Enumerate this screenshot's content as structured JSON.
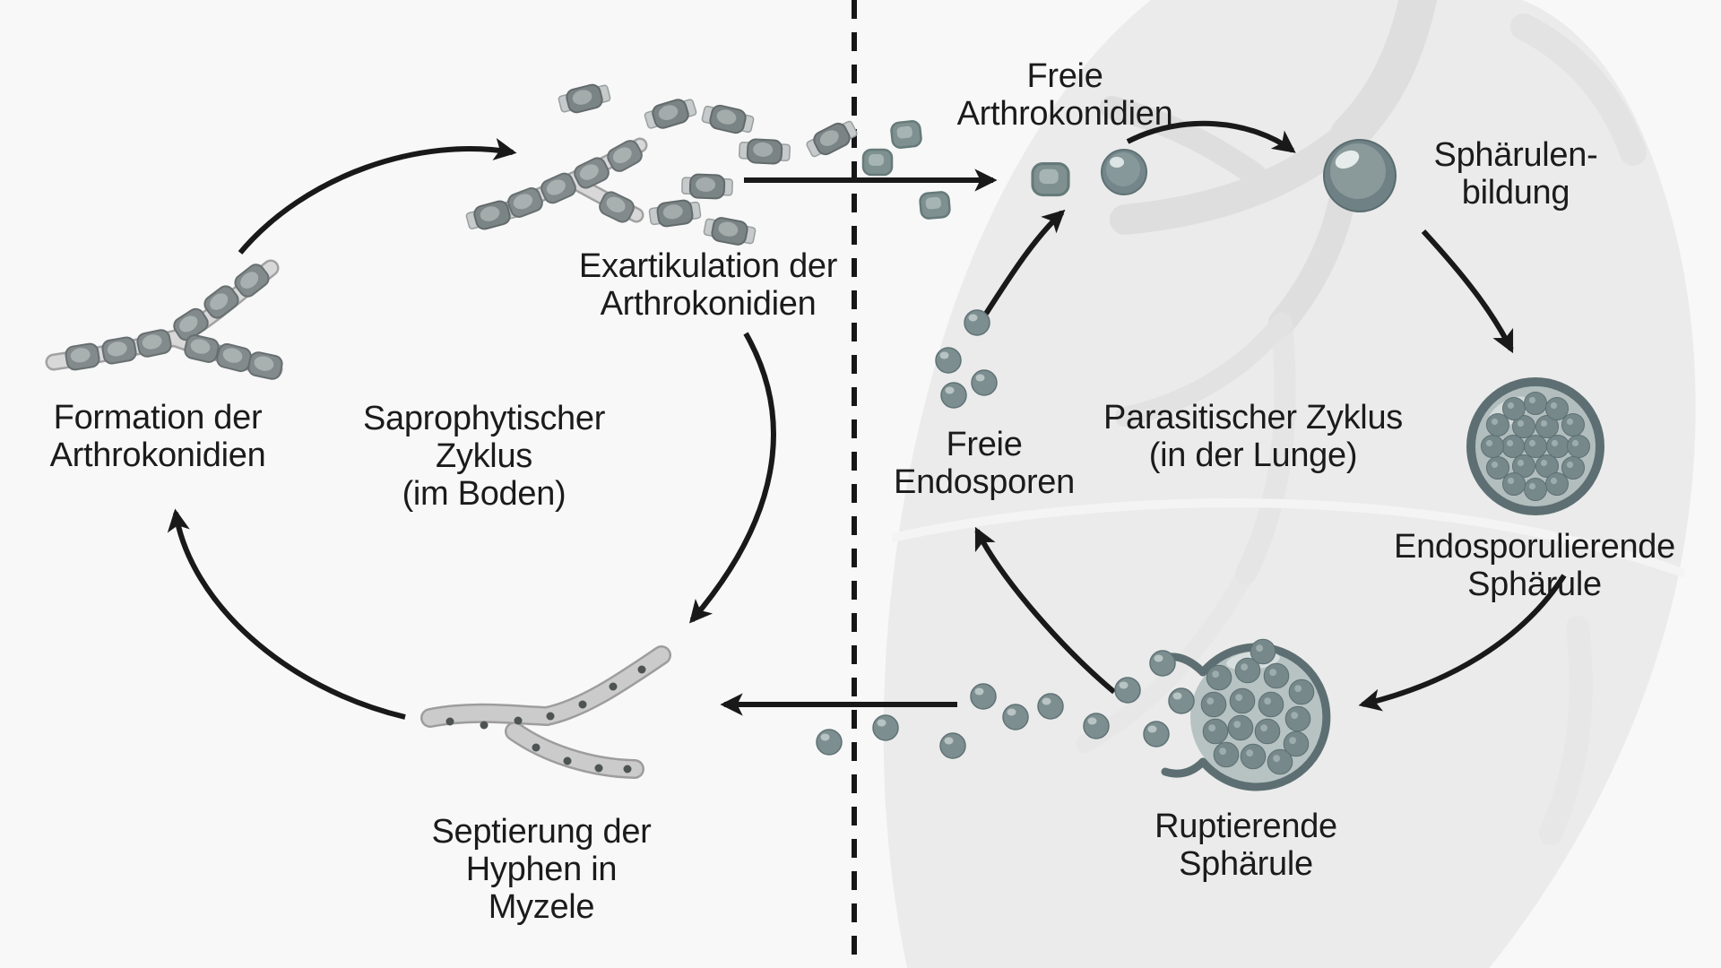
{
  "cycles": {
    "saprophytic_label": "Saprophytischer\nZyklus\n(im Boden)",
    "parasitic_label": "Parasitischer Zyklus\n(in der Lunge)"
  },
  "stages": {
    "formation": "Formation der\nArthrokonidien",
    "exartikulation": "Exartikulation der\nArthrokonidien",
    "freie_arthrokonidien": "Freie\nArthrokonidien",
    "sphaerulenbildung": "Sphärulen-\nbildung",
    "endosporulierende_sphaerule": "Endosporulierende\nSphärule",
    "ruptierende_sphaerule": "Ruptierende\nSphärule",
    "freie_endosporen": "Freie\nEndosporen",
    "septierung": "Septierung der\nHyphen in\nMyzele"
  },
  "colors": {
    "background": "#f8f8f8",
    "text": "#1b1b1b",
    "arrow": "#191919",
    "dashed_divider": "#161616",
    "lung_body": "#ebebeb",
    "bronchi": "#dedede",
    "hypha_tube": "#d8d8d8",
    "hypha_outline": "#a0a0a0",
    "conidium_dark": "#81898a",
    "conidium_inner": "#a9b0b0",
    "endospore_fill": "#7d8e90",
    "endospore_highlight": "#bcc7c7",
    "spherule_rim": "#5d6f72",
    "spherule_fill": "#b5c0c0"
  }
}
